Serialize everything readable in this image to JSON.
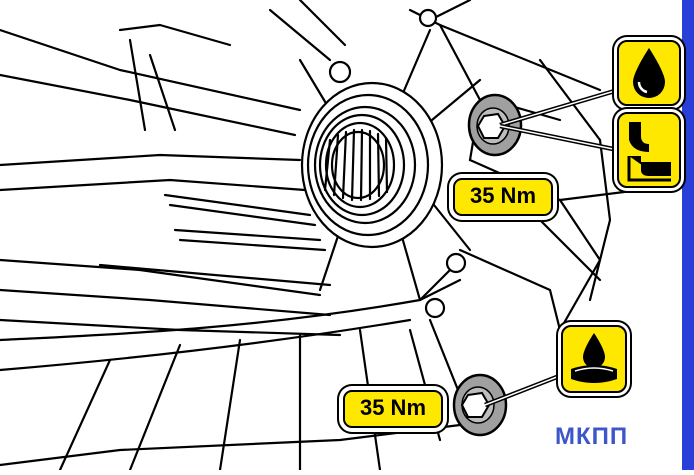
{
  "labels": {
    "torque_top": "35 Nm",
    "torque_bottom": "35 Nm",
    "gearbox": "МКПП"
  },
  "symbols": {
    "top_1": "oil-drop-icon",
    "top_2": "sealant-icon",
    "bottom": "oil-bath-icon"
  },
  "colors": {
    "highlight": "#ffe800",
    "accent_bar": "#2a3fd8",
    "label_text": "#3d56c9",
    "bolt_washer": "#a0a0a0"
  }
}
